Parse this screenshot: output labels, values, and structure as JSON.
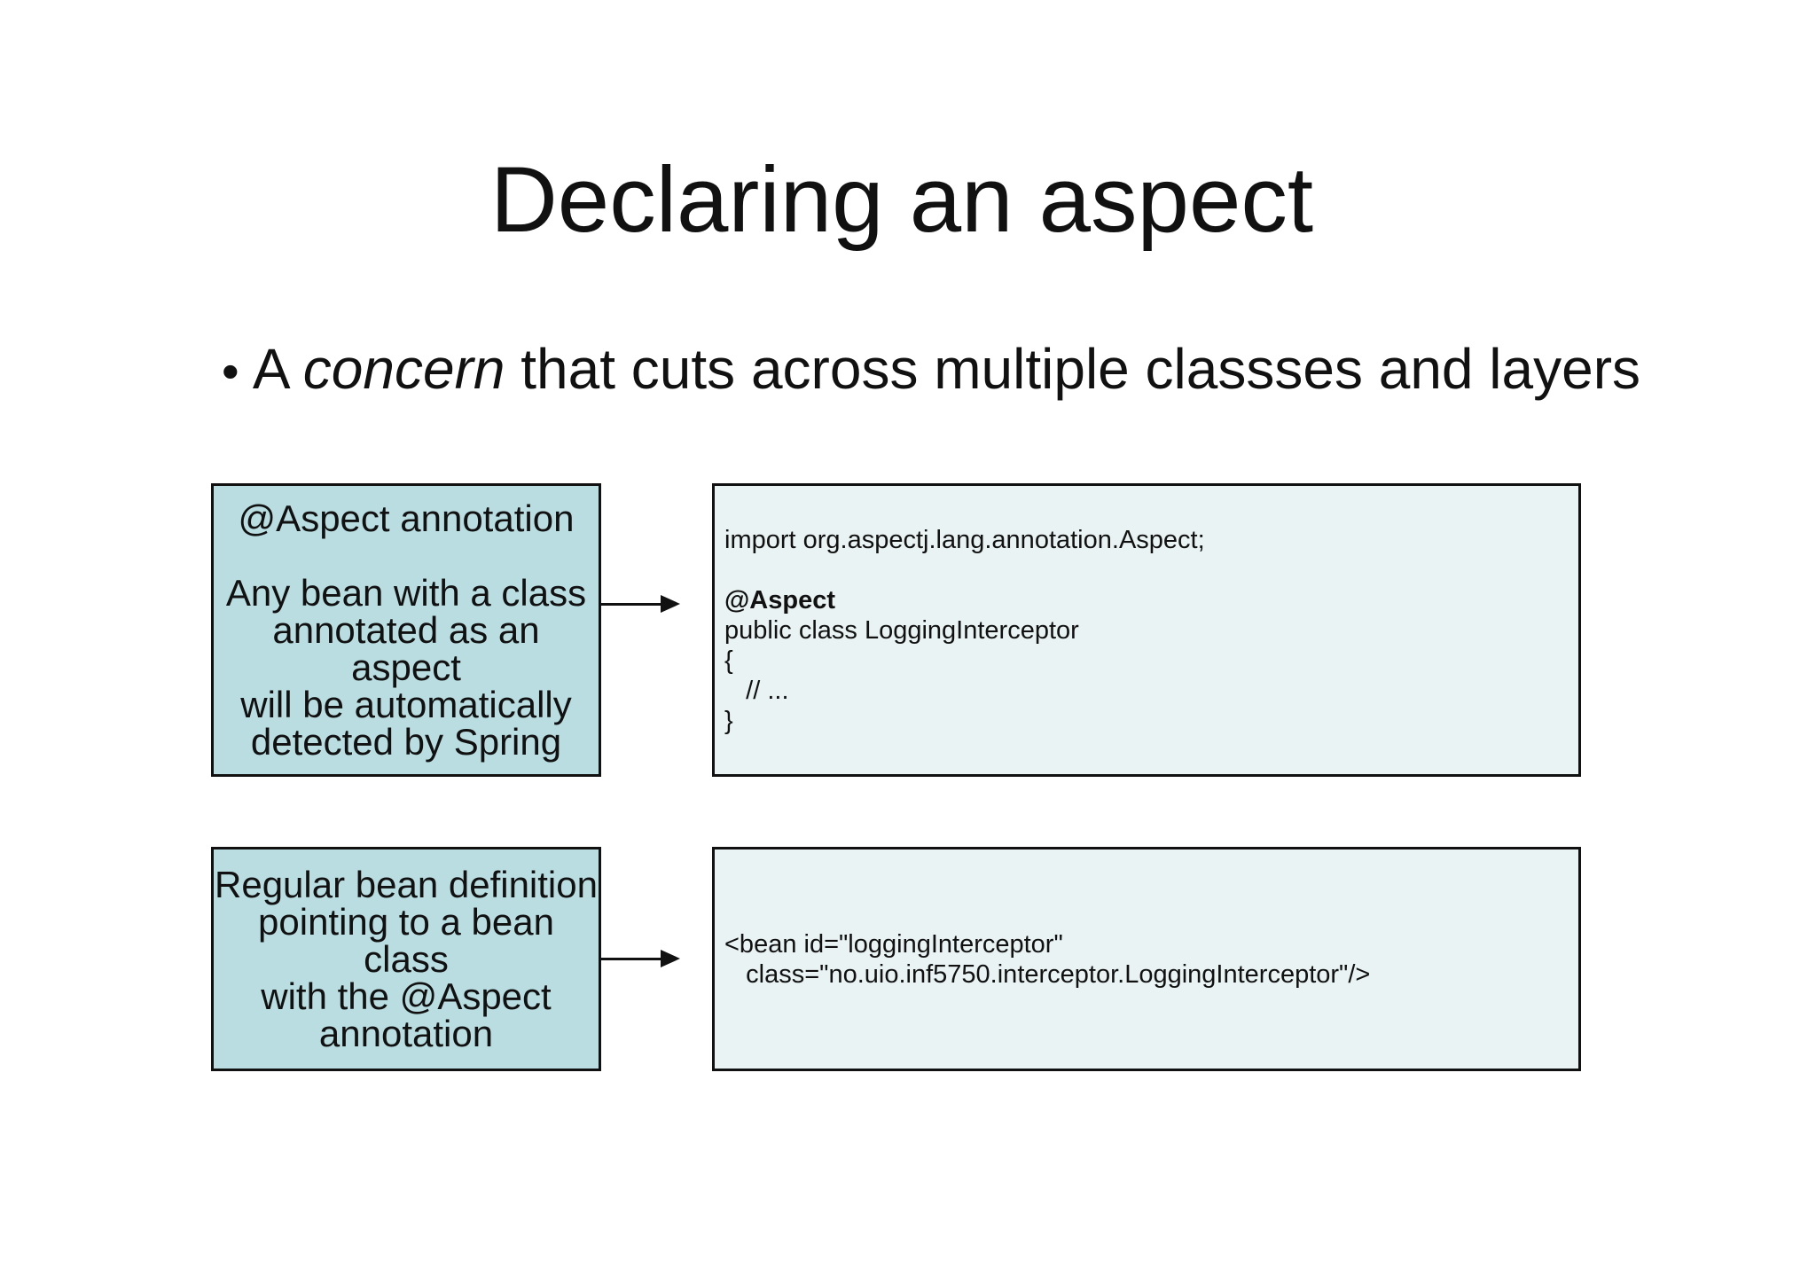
{
  "slide": {
    "title": "Declaring an aspect",
    "bullet": {
      "marker": "•",
      "text_pre": "A ",
      "text_emphasis": "concern",
      "text_post": " that cuts across multiple classses and layers"
    },
    "diagram": {
      "row1": {
        "label_box": {
          "lines": [
            "@Aspect annotation",
            "",
            "Any bean with a class",
            "annotated as an aspect",
            "will be automatically",
            "detected by Spring"
          ]
        },
        "code_box": {
          "lines": [
            "import org.aspectj.lang.annotation.Aspect;",
            "",
            "@Aspect",
            "public class LoggingInterceptor",
            "{",
            "   // ...",
            "}"
          ]
        }
      },
      "row2": {
        "label_box": {
          "lines": [
            "Regular bean definition",
            "pointing to a bean class",
            "with the @Aspect",
            "annotation"
          ]
        },
        "code_box": {
          "lines": [
            "<bean id=\"loggingInterceptor\"",
            "   class=\"no.uio.inf5750.interceptor.LoggingInterceptor\"/>"
          ]
        }
      }
    },
    "colors": {
      "label_box_fill": "#b9dde1",
      "code_box_fill": "#e9f3f4",
      "border": "#111111",
      "background": "#ffffff",
      "text": "#111111"
    }
  }
}
